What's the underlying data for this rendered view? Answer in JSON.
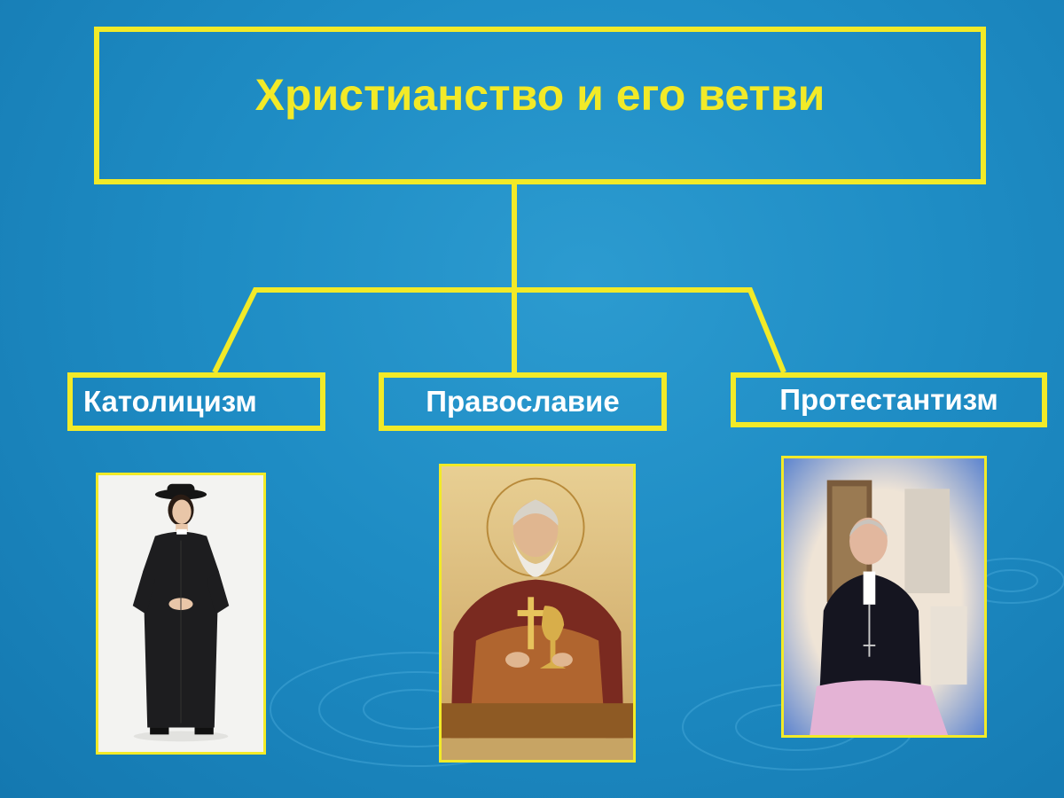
{
  "diagram": {
    "title": "Христианство и его ветви",
    "branches": [
      {
        "label": "Католицизм"
      },
      {
        "label": "Православие"
      },
      {
        "label": "Протестантизм"
      }
    ]
  },
  "colors": {
    "accent": "#f2ea28",
    "background": "#1e8cc4",
    "branch_text": "#ffffff"
  },
  "icons": [
    "catholic-priest-photo",
    "orthodox-icon-image",
    "protestant-pastor-photo"
  ]
}
